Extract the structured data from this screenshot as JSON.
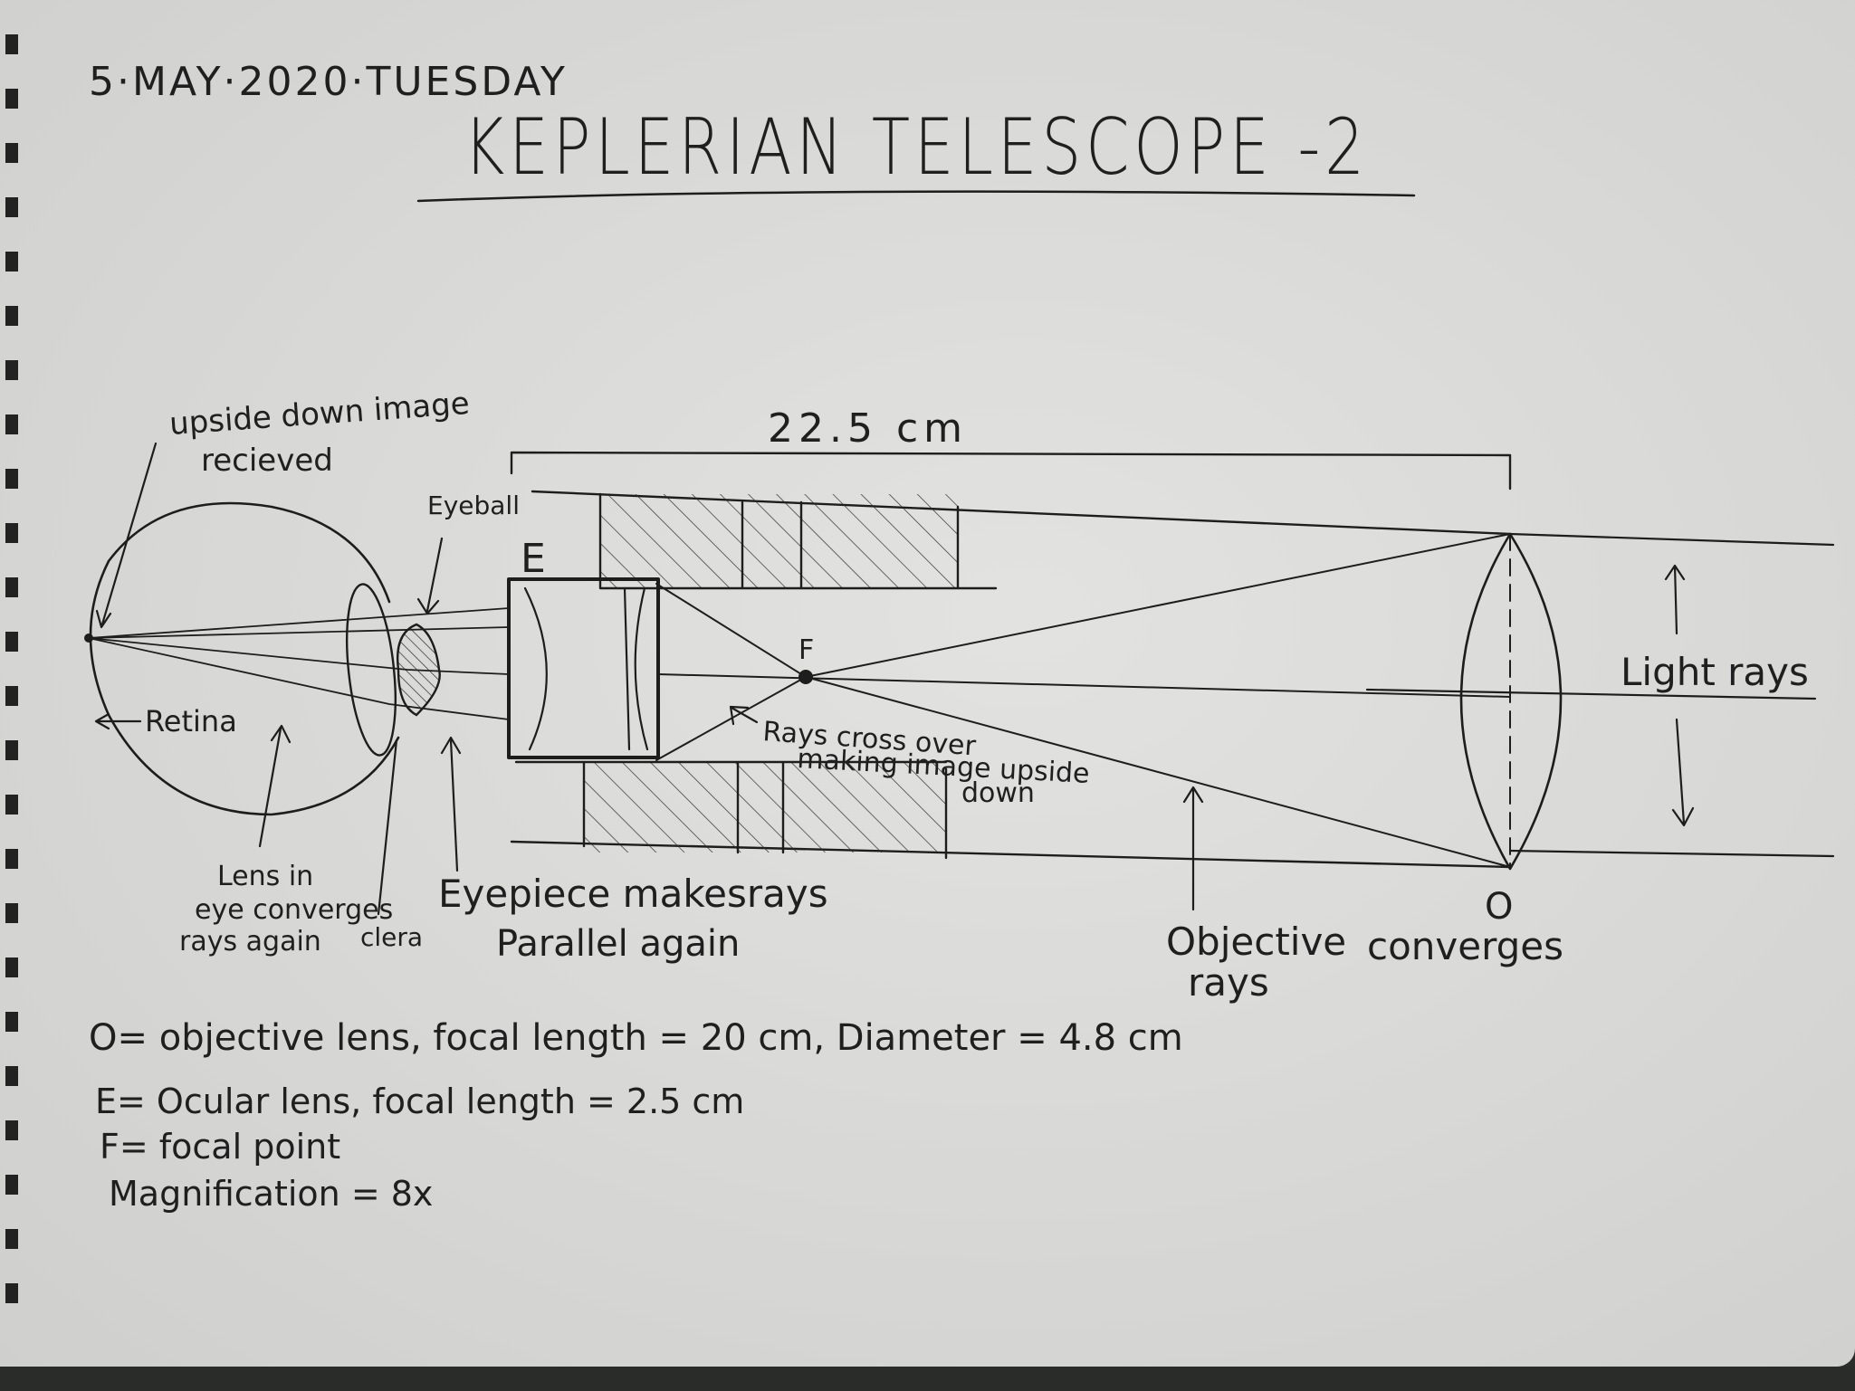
{
  "date": "5·MAY·2020·TUESDAY",
  "title": "KEPLERIAN TELESCOPE -2",
  "labels": {
    "length": "22.5 cm",
    "upside_down_1": "upside down image",
    "upside_down_2": "recieved",
    "eyeball": "Eyeball",
    "e_letter": "E",
    "retina": "Retina",
    "f_letter": "F",
    "rays_cross_1": "Rays cross over",
    "rays_cross_2": "making image upside",
    "rays_cross_3": "down",
    "light_rays": "Light rays",
    "o_letter": "O",
    "lens_eye_1": "Lens in",
    "lens_eye_2": "eye converges",
    "lens_eye_3": "rays again",
    "clera": "clera",
    "eyepiece_1": "Eyepiece makesrays",
    "eyepiece_2": "Parallel again",
    "objective_1": "Objective",
    "objective_2": "converges",
    "objective_3": "rays"
  },
  "legend": [
    "O= objective lens, focal length = 20 cm, Diameter = 4.8 cm",
    "E= Ocular lens, focal length = 2.5 cm",
    "F= focal point",
    "Magnification = 8x"
  ]
}
